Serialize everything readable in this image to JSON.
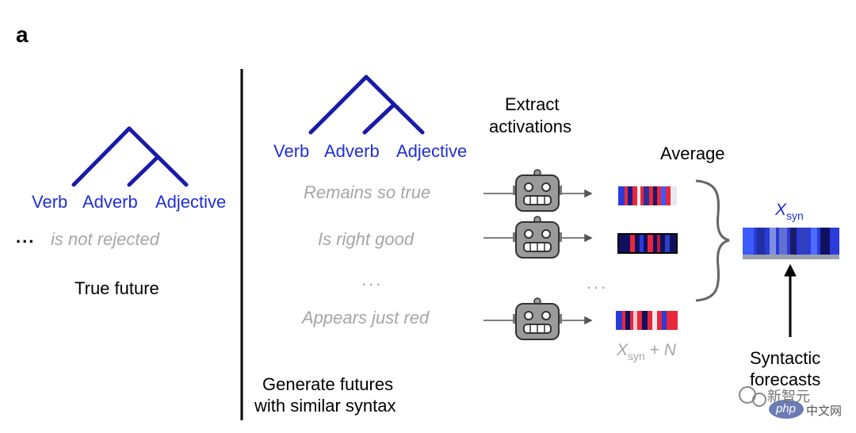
{
  "panel_label": "a",
  "left": {
    "pos_labels": [
      "Verb",
      "Adverb",
      "Adjective"
    ],
    "ellipsis": "...",
    "continuation": "is not rejected",
    "caption": "True future"
  },
  "right": {
    "pos_labels": [
      "Verb",
      "Adverb",
      "Adjective"
    ],
    "futures": [
      "Remains so true",
      "Is right good",
      "...",
      "Appears just red"
    ],
    "extract_line1": "Extract",
    "extract_line2": "activations",
    "average": "Average",
    "xsyn_main": "X",
    "xsyn_sub": "syn",
    "noise_suffix": "+ N",
    "middle_ellipsis": "...",
    "forecast_line1": "Syntactic",
    "forecast_line2": "forecasts",
    "caption_line1": "Generate futures",
    "caption_line2": "with similar syntax"
  },
  "watermark": {
    "brand": "新智元",
    "php": "php",
    "site": "中文网"
  },
  "colors": {
    "tree_blue": "#1a1aa8",
    "label_blue": "#1f2fd6",
    "gray_text": "#a6a6a6",
    "robot_gray": "#9a9a9a"
  }
}
